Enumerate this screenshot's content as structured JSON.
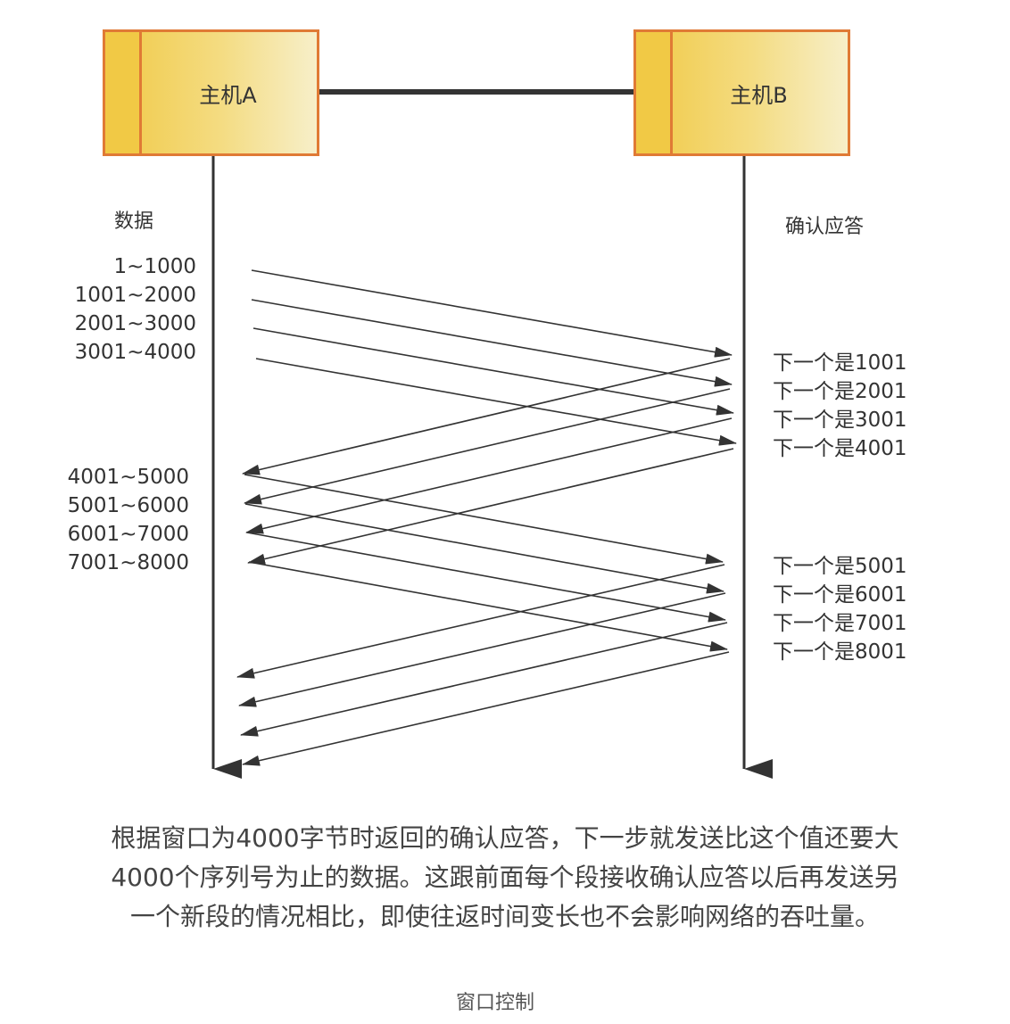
{
  "host_a": {
    "label": "主机A"
  },
  "host_b": {
    "label": "主机B"
  },
  "data_title": "数据",
  "ack_title": "确认应答",
  "data_segments_round1": [
    "1~1000",
    "1001~2000",
    "2001~3000",
    "3001~4000"
  ],
  "data_segments_round2": [
    "4001~5000",
    "5001~6000",
    "6001~7000",
    "7001~8000"
  ],
  "acks_round1": [
    "下一个是1001",
    "下一个是2001",
    "下一个是3001",
    "下一个是4001"
  ],
  "acks_round2": [
    "下一个是5001",
    "下一个是6001",
    "下一个是7001",
    "下一个是8001"
  ],
  "caption_lines": [
    "根据窗口为4000字节时返回的确认应答，下一步就发送比这个值还要大",
    "4000个序列号为止的数据。这跟前面每个段接收确认应答以后再发送另",
    "一个新段的情况相比，即使往返时间变长也不会影响网络的吞吐量。"
  ],
  "figure_title": "窗口控制",
  "colors": {
    "box_border": "#e07a35",
    "box_fill": "#f1c945",
    "line": "#333333"
  }
}
